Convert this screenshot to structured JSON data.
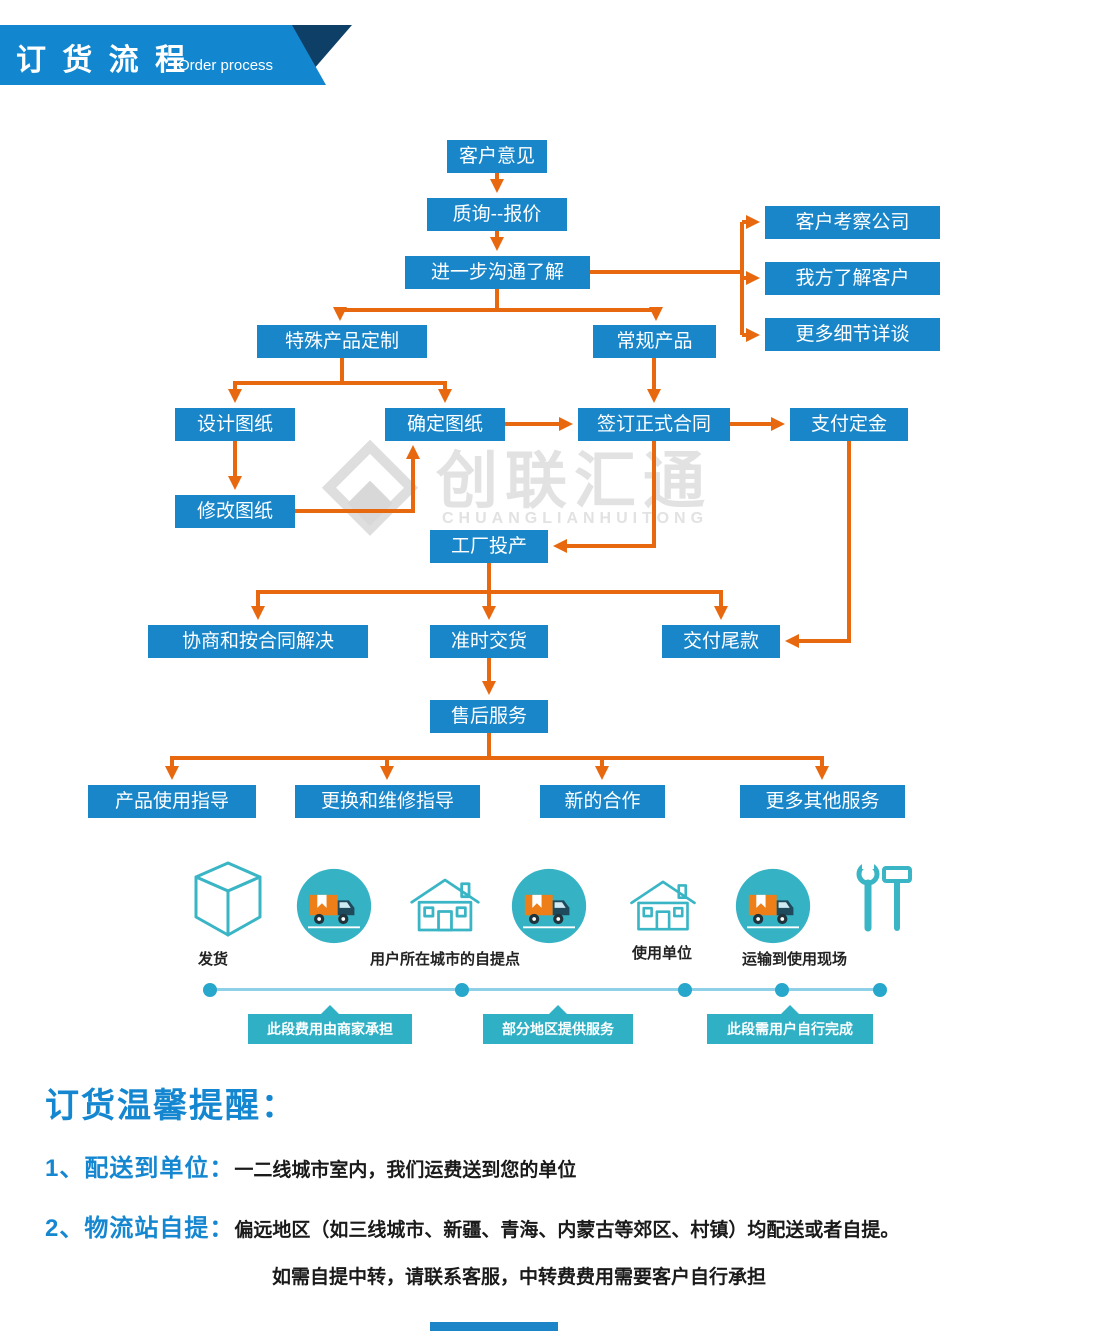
{
  "header": {
    "title": "订 货 流 程",
    "subtitle": "Order process"
  },
  "watermark": {
    "name": "创联汇通",
    "latin": "CHUANGLIANHUITONG"
  },
  "flow": {
    "feedback": "客户意见",
    "inquiry": "质询--报价",
    "communicate": "进一步沟通了解",
    "visit_company": "客户考察公司",
    "know_customer": "我方了解客户",
    "more_details": "更多细节详谈",
    "special_custom": "特殊产品定制",
    "regular": "常规产品",
    "design": "设计图纸",
    "confirm": "确定图纸",
    "contract": "签订正式合同",
    "deposit": "支付定金",
    "modify": "修改图纸",
    "production": "工厂投产",
    "negotiate": "协商和按合同解决",
    "delivery": "准时交货",
    "balance": "交付尾款",
    "aftersales": "售后服务",
    "usage_guide": "产品使用指导",
    "repair_guide": "更换和维修指导",
    "new_coop": "新的合作",
    "more_services": "更多其他服务"
  },
  "logistics": {
    "ship_label": "发货",
    "pickup_label": "用户所在城市的自提点",
    "user_unit_label": "使用单位",
    "transport_label": "运输到使用现场",
    "seller_cost": "此段费用由商家承担",
    "partial_service": "部分地区提供服务",
    "user_complete": "此段需用户自行完成"
  },
  "notes": {
    "title": "订货温馨提醒：",
    "item1_label": "1、配送到单位：",
    "item1_text": "一二线城市室内，我们运费送到您的单位",
    "item2_label": "2、物流站自提：",
    "item2_text": "偏远地区（如三线城市、新疆、青海、内蒙古等郊区、村镇）均配送或者自提。",
    "item3_text": "如需自提中转，请联系客服，中转费费用需要客户自行承担"
  },
  "colors": {
    "box_blue": "#1886c9",
    "arrow_orange": "#e8680f",
    "teal": "#35b2c4",
    "header_blue": "#1287cf",
    "header_navy": "#0e3f66"
  }
}
